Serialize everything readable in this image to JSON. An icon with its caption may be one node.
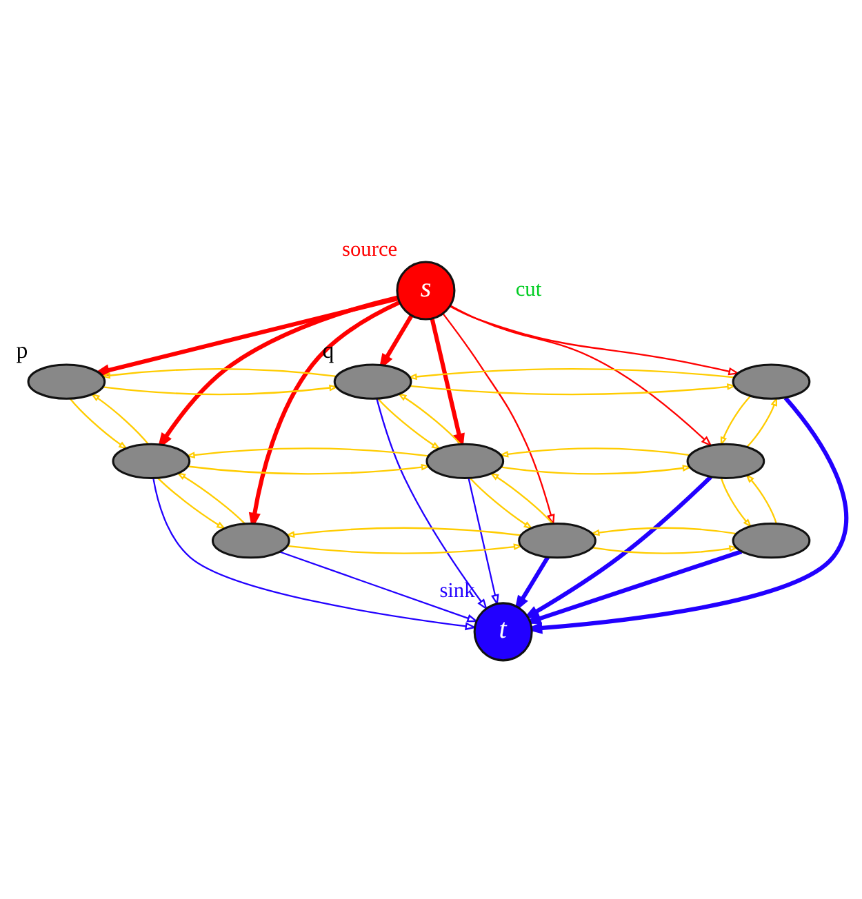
{
  "diagram": {
    "nodes": [
      {
        "text": [
          "s"
        ],
        "beside": [
          "source"
        ]
      },
      {
        "text": [],
        "shape": "ellipse",
        "beside": [
          "p"
        ]
      },
      {
        "text": [],
        "shape": "ellipse",
        "beside": [
          "q"
        ]
      },
      {
        "text": [],
        "shape": "ellipse"
      },
      {
        "text": [],
        "shape": "ellipse"
      },
      {
        "text": [],
        "shape": "ellipse"
      },
      {
        "text": [],
        "shape": "ellipse"
      },
      {
        "text": [],
        "shape": "ellipse"
      },
      {
        "text": [],
        "shape": "ellipse"
      },
      {
        "text": [],
        "shape": "ellipse"
      },
      {
        "text": [
          "t"
        ],
        "beside": [
          "sink"
        ]
      }
    ],
    "edges": [
      {
        "from": 0,
        "to": 7,
        "arrow": "to",
        "style": "thick",
        "color": "#ff0000"
      },
      {
        "from": 0,
        "to": 4,
        "arrow": "to",
        "style": "thick",
        "color": "#ff0000"
      },
      {
        "from": 0,
        "to": 1,
        "arrow": "to",
        "style": "thick",
        "color": "#ff0000"
      },
      {
        "from": 0,
        "to": 8,
        "arrow": "to",
        "color": "#ff0000"
      },
      {
        "from": 0,
        "to": 5,
        "arrow": "to",
        "style": "thick",
        "color": "#ff0000"
      },
      {
        "from": 0,
        "to": 2,
        "arrow": "to",
        "style": "thick",
        "color": "#ff0000"
      },
      {
        "from": 0,
        "to": 6,
        "arrow": "to",
        "color": "#ff0000"
      },
      {
        "from": 0,
        "to": 3,
        "arrow": "to",
        "color": "#ff0000"
      },
      {
        "from": 1,
        "to": 2,
        "arrow": "to"
      },
      {
        "from": 2,
        "to": 1,
        "arrow": "to"
      },
      {
        "from": 2,
        "to": 3,
        "arrow": "to"
      },
      {
        "from": 3,
        "to": 2,
        "arrow": "to"
      },
      {
        "from": 1,
        "to": 4,
        "arrow": "to"
      },
      {
        "from": 4,
        "to": 1,
        "arrow": "to"
      },
      {
        "from": 2,
        "to": 5,
        "arrow": "to"
      },
      {
        "from": 5,
        "to": 2,
        "arrow": "to"
      },
      {
        "from": 3,
        "to": 6,
        "arrow": "to"
      },
      {
        "from": 6,
        "to": 3,
        "arrow": "to"
      },
      {
        "from": 4,
        "to": 5,
        "arrow": "to"
      },
      {
        "from": 5,
        "to": 4,
        "arrow": "to"
      },
      {
        "from": 5,
        "to": 6,
        "arrow": "to"
      },
      {
        "from": 6,
        "to": 5,
        "arrow": "to"
      },
      {
        "from": 4,
        "to": 7,
        "arrow": "to"
      },
      {
        "from": 7,
        "to": 4,
        "arrow": "to"
      },
      {
        "from": 5,
        "to": 8,
        "arrow": "to"
      },
      {
        "from": 8,
        "to": 5,
        "arrow": "to"
      },
      {
        "from": 6,
        "to": 9,
        "arrow": "to"
      },
      {
        "from": 9,
        "to": 6,
        "arrow": "to"
      },
      {
        "from": 7,
        "to": 8,
        "arrow": "to"
      },
      {
        "from": 8,
        "to": 7,
        "arrow": "to"
      },
      {
        "from": 8,
        "to": 9,
        "arrow": "to"
      },
      {
        "from": 9,
        "to": 8,
        "arrow": "to"
      },
      {
        "from": 7,
        "to": 10,
        "arrow": "to",
        "color": "#2200ff"
      },
      {
        "from": 4,
        "to": 10,
        "arrow": "to",
        "color": "#2200ff"
      },
      {
        "from": 8,
        "to": 10,
        "arrow": "to",
        "style": "thick",
        "color": "#2200ff"
      },
      {
        "from": 5,
        "to": 10,
        "arrow": "to",
        "color": "#2200ff"
      },
      {
        "from": 2,
        "to": 10,
        "arrow": "to",
        "color": "#2200ff"
      },
      {
        "from": 9,
        "to": 10,
        "arrow": "to",
        "style": "thick",
        "color": "#2200ff"
      },
      {
        "from": 6,
        "to": 10,
        "arrow": "to",
        "style": "thick",
        "color": "#2200ff"
      },
      {
        "from": 3,
        "to": 10,
        "arrow": "to",
        "style": "thick",
        "color": "#2200ff"
      }
    ],
    "labels": [
      "cut"
    ]
  }
}
